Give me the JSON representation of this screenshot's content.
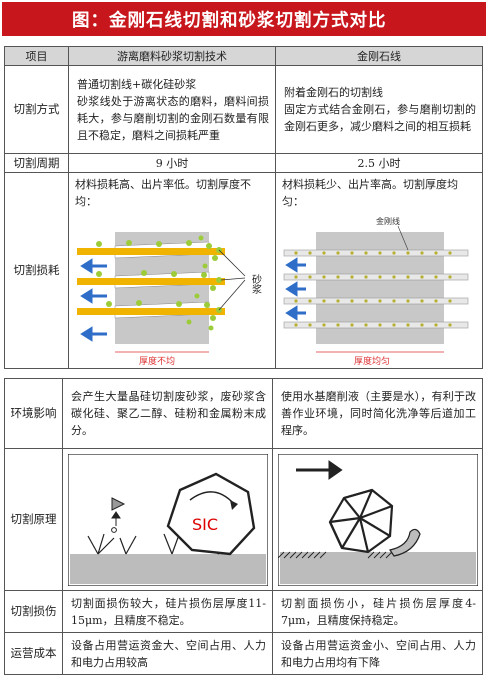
{
  "title": "图：金刚石线切割和砂浆切割方式对比",
  "table1": {
    "headers": [
      "项目",
      "游离磨料砂浆切割技术",
      "金刚石线"
    ],
    "rows": {
      "method": {
        "label": "切割方式",
        "slurry_line1": "普通切割线+碳化硅砂浆",
        "slurry_line2": "砂浆线处于游离状态的磨料，磨料间损耗大，参与磨削切割的金刚石数量有限且不稳定，磨料之间损耗严重",
        "diamond_line1": "附着金刚石的切割线",
        "diamond_line2": "固定方式结合金刚石，参与磨削切割的金刚石更多，减少磨料之间的相互损耗"
      },
      "cycle": {
        "label": "切割周期",
        "slurry": "9 小时",
        "diamond": "2.5 小时"
      },
      "loss": {
        "label": "切割损耗",
        "slurry": "材料损耗高、出片率低。切割厚度不均：",
        "diamond": "材料损耗少、出片率高。切割厚度均匀：",
        "slurry_fig_label": "砂浆",
        "slurry_fig_caption": "厚度不均",
        "diamond_fig_label": "金刚线",
        "diamond_fig_caption": "厚度均匀"
      }
    }
  },
  "table2": {
    "rows": {
      "env": {
        "label": "环境影响",
        "slurry": "会产生大量晶硅切割废砂浆，废砂浆含碳化硅、聚乙二醇、硅粉和金属粉末成分。",
        "diamond": "使用水基磨削液（主要是水），有利于改善作业环境，同时简化洗净等后道加工程序。"
      },
      "principle": {
        "label": "切割原理",
        "sic_label": "SIC"
      },
      "damage": {
        "label": "切割损伤",
        "slurry": "切割面损伤较大，硅片损伤层厚度11-15μm，且精度不稳定。",
        "diamond": "切割面损伤小，硅片损伤层厚度4-7μm，且精度保持稳定。"
      },
      "cost": {
        "label": "运营成本",
        "slurry": "设备占用营运资金大、空间占用、人力和电力占用较高",
        "diamond": "设备占用营运资金小、空间占用、人力和电力占用均有下降"
      }
    }
  },
  "colors": {
    "title_bg": "#c8161d",
    "wire": "#f0b400",
    "grit": "#9ccc3a",
    "arrow": "#2f6ec8",
    "slab": "#c8c8c8"
  }
}
